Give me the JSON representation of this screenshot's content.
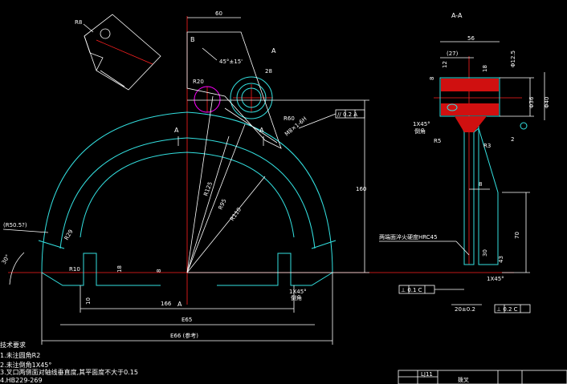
{
  "section_title": "A-A",
  "view_letters": {
    "a1": "A",
    "a2": "A",
    "a3": "A",
    "a4": "A",
    "b": "B"
  },
  "dims": {
    "d60": "60",
    "r8": "R8",
    "angle45": "45°±15'",
    "d28": "28",
    "r20": "R20",
    "r60": "R60",
    "m8": "M8×1-6H",
    "r125": "R125",
    "r95": "R95",
    "r110": "R110",
    "d160": "160",
    "r50": "(R50.5?)",
    "r29": "R29",
    "angle30": "30°",
    "r10": "R10",
    "d18": "18",
    "d8": "8",
    "d10": "10",
    "c1": "1X45°",
    "c1b": "倒角",
    "d166": "166",
    "e65": "E65",
    "e66": "E66 (参考)",
    "d56": "56",
    "d27": "(27)",
    "d12": "12",
    "d8b": "8",
    "d18b": "18",
    "phi": "Φ12.5",
    "phi36": "Φ36",
    "phi40": "Φ40",
    "r5": "R5",
    "r3": "R3",
    "d2": "2",
    "c45": "1X45°",
    "c45b": "倒角",
    "d8r": "8",
    "d70": "70",
    "d43": "43",
    "d30": "30",
    "tol": "20±0.2",
    "cc": "1X45°"
  },
  "fcf": {
    "top": "// 0.2 A",
    "b1": "⊥ 0.1 C",
    "b2": "⊥ 0.2 C"
  },
  "notes": {
    "title": "技术要求",
    "n1": "1.未注圆角R2",
    "n2": "2.未注倒角1X45°",
    "n3": "3.叉口两侧面对轴线垂直度,其平面度不大于0.15",
    "n4": "4.HB229-269"
  },
  "annot": "两端面淬火硬度HRC45",
  "title_block": {
    "code": "LJ11",
    "name": "拨叉"
  }
}
